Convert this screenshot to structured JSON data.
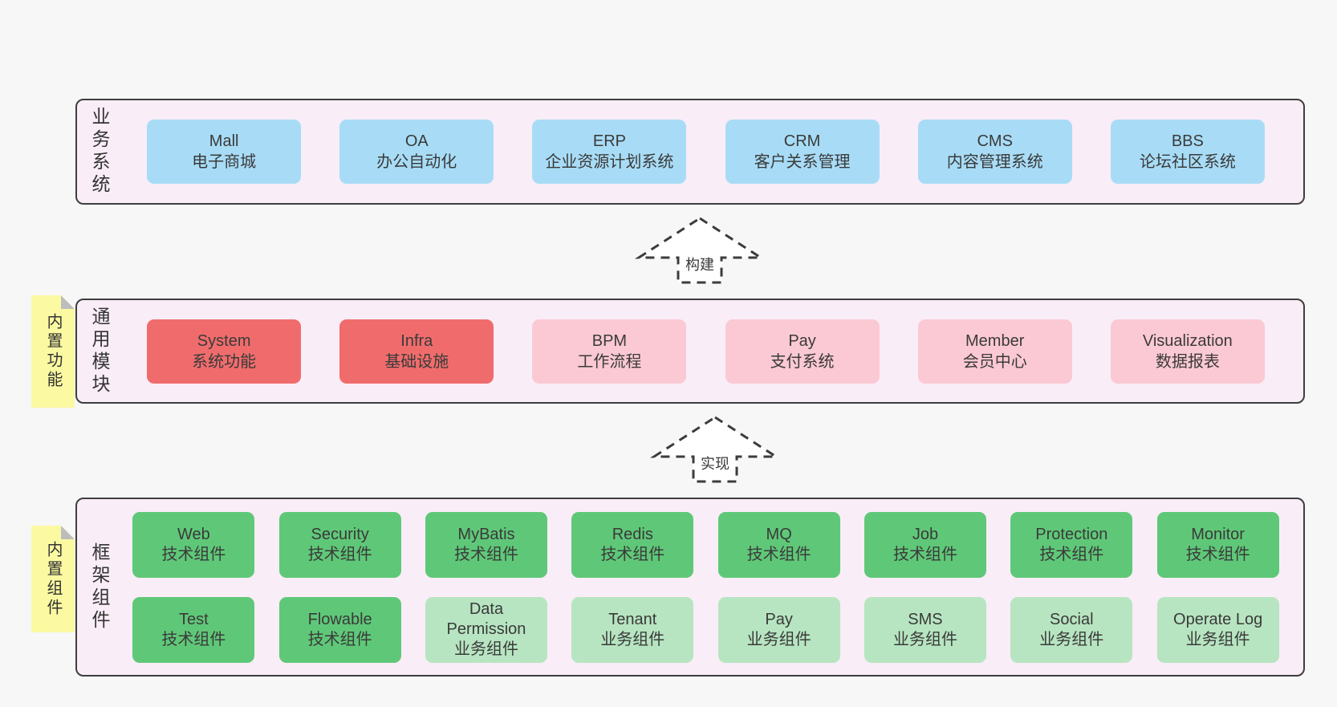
{
  "colors": {
    "page_bg": "#f7f7f7",
    "container_bg": "#f9edf7",
    "container_border": "#3e3e3e",
    "blue_box": "#a8dcf6",
    "red_box": "#f06c6c",
    "pink_box": "#fbc9d3",
    "green_dark_box": "#5fc878",
    "green_light_box": "#b7e5c1",
    "note_bg": "#fbfaa2",
    "note_fold": "#bdbdbd",
    "text": "#333333"
  },
  "arrows": [
    {
      "label": "构建"
    },
    {
      "label": "实现"
    }
  ],
  "sections": {
    "business": {
      "label": "业务系统",
      "boxes": [
        {
          "title": "Mall",
          "subtitle": "电子商城"
        },
        {
          "title": "OA",
          "subtitle": "办公自动化"
        },
        {
          "title": "ERP",
          "subtitle": "企业资源计划系统"
        },
        {
          "title": "CRM",
          "subtitle": "客户关系管理"
        },
        {
          "title": "CMS",
          "subtitle": "内容管理系统"
        },
        {
          "title": "BBS",
          "subtitle": "论坛社区系统"
        }
      ]
    },
    "modules": {
      "label": "通用模块",
      "note": "内置功能",
      "boxes": [
        {
          "title": "System",
          "subtitle": "系统功能"
        },
        {
          "title": "Infra",
          "subtitle": "基础设施"
        },
        {
          "title": "BPM",
          "subtitle": "工作流程"
        },
        {
          "title": "Pay",
          "subtitle": "支付系统"
        },
        {
          "title": "Member",
          "subtitle": "会员中心"
        },
        {
          "title": "Visualization",
          "subtitle": "数据报表"
        }
      ]
    },
    "framework": {
      "label": "框架组件",
      "note": "内置组件",
      "rows": [
        [
          {
            "title": "Web",
            "subtitle": "技术组件"
          },
          {
            "title": "Security",
            "subtitle": "技术组件"
          },
          {
            "title": "MyBatis",
            "subtitle": "技术组件"
          },
          {
            "title": "Redis",
            "subtitle": "技术组件"
          },
          {
            "title": "MQ",
            "subtitle": "技术组件"
          },
          {
            "title": "Job",
            "subtitle": "技术组件"
          },
          {
            "title": "Protection",
            "subtitle": "技术组件"
          },
          {
            "title": "Monitor",
            "subtitle": "技术组件"
          }
        ],
        [
          {
            "title": "Test",
            "subtitle": "技术组件"
          },
          {
            "title": "Flowable",
            "subtitle": "技术组件"
          },
          {
            "title": "Data Permission",
            "subtitle": "业务组件"
          },
          {
            "title": "Tenant",
            "subtitle": "业务组件"
          },
          {
            "title": "Pay",
            "subtitle": "业务组件"
          },
          {
            "title": "SMS",
            "subtitle": "业务组件"
          },
          {
            "title": "Social",
            "subtitle": "业务组件"
          },
          {
            "title": "Operate Log",
            "subtitle": "业务组件"
          }
        ]
      ]
    }
  }
}
